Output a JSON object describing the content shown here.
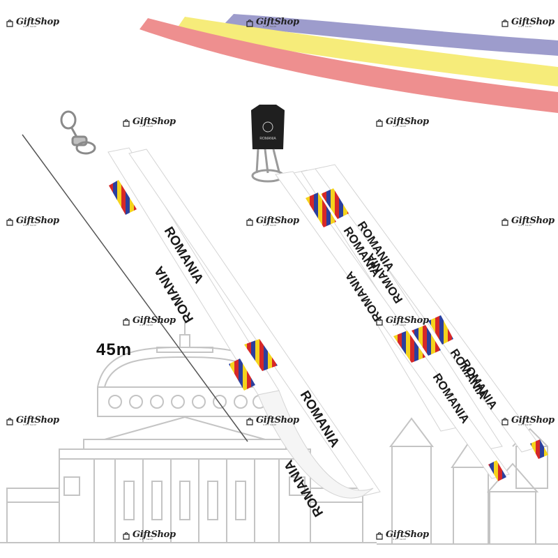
{
  "measurement": "45m",
  "lanyard_text": "ROMANIA",
  "holder_text": "ROMANIA",
  "watermark": {
    "brand": "GiftShop",
    "tagline": "GIFT SHOP"
  },
  "colors": {
    "flag_blue": "#2b3f9e",
    "flag_yellow": "#f4d31c",
    "flag_red": "#d62828",
    "ribbon_blue": "#9d9ccc",
    "ribbon_yellow": "#f6ec7a",
    "ribbon_red": "#ee8f8f",
    "building_line": "#bdbdbd",
    "strap": "#ffffff",
    "text": "#1a1a1a"
  },
  "icons": [
    "shopping-bag-icon",
    "lobster-clasp-icon",
    "carabiner-icon"
  ]
}
